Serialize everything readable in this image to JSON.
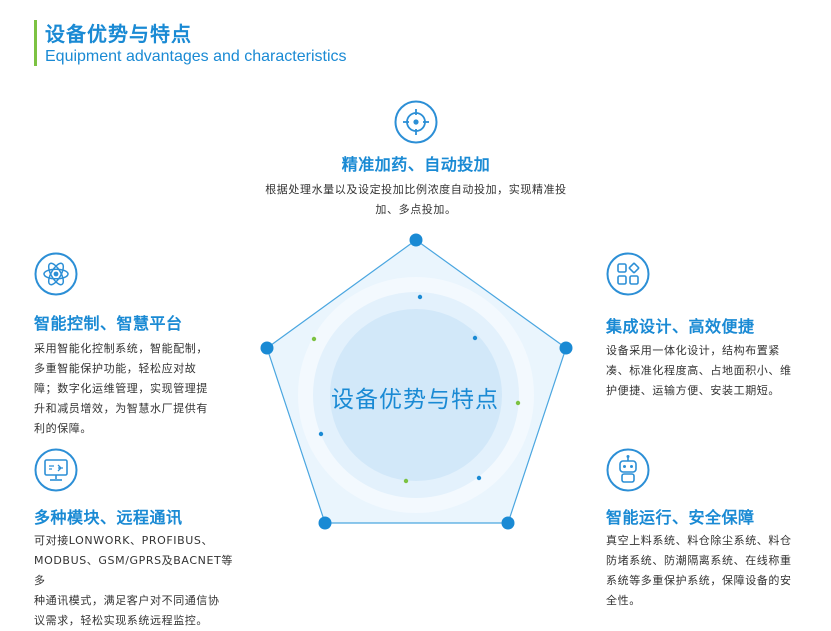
{
  "header": {
    "title_cn": "设备优势与特点",
    "title_en": "Equipment advantages and characteristics"
  },
  "center": {
    "label": "设备优势与特点"
  },
  "features": {
    "dosing": {
      "icon": "target-icon",
      "title": "精准加药、自动投加",
      "lines": [
        "根据处理水量以及设定投加比例浓度自动投加，实现精准投",
        "加、多点投加。"
      ]
    },
    "smart_control": {
      "icon": "atom-icon",
      "title": "智能控制、智慧平台",
      "lines": [
        "采用智能化控制系统，智能配制，",
        "多重智能保护功能，轻松应对故",
        "障；数字化运维管理，实现管理提",
        "升和减员增效，为智慧水厂提供有",
        "利的保障。"
      ]
    },
    "integrated_design": {
      "icon": "apps-grid-icon",
      "title": "集成设计、高效便捷",
      "lines": [
        "设备采用一体化设计，结构布置紧",
        "凑、标准化程度高、占地面积小、维",
        "护便捷、运输方便、安装工期短。"
      ]
    },
    "communication": {
      "icon": "monitor-icon",
      "title": "多种模块、远程通讯",
      "lines": [
        "可对接LONWORK、PROFIBUS、",
        "MODBUS、GSM/GPRS及BACNET等多",
        "种通讯模式，满足客户对不同通信协",
        "议需求，轻松实现系统远程监控。"
      ]
    },
    "safety": {
      "icon": "robot-icon",
      "title": "智能运行、安全保障",
      "lines": [
        "真空上料系统、料仓除尘系统、料仓",
        "防堵系统、防潮隔离系统、在线称重",
        "系统等多重保护系统，保障设备的安",
        "全性。"
      ]
    }
  },
  "colors": {
    "primary": "#1a8ad4",
    "accent_green": "#7cc242",
    "pentagon_fill": "#eaf5fd",
    "ring_outer": "#dcedfa",
    "ring_inner": "#cfe6f8",
    "icon_circle": "#2c8fd6"
  }
}
